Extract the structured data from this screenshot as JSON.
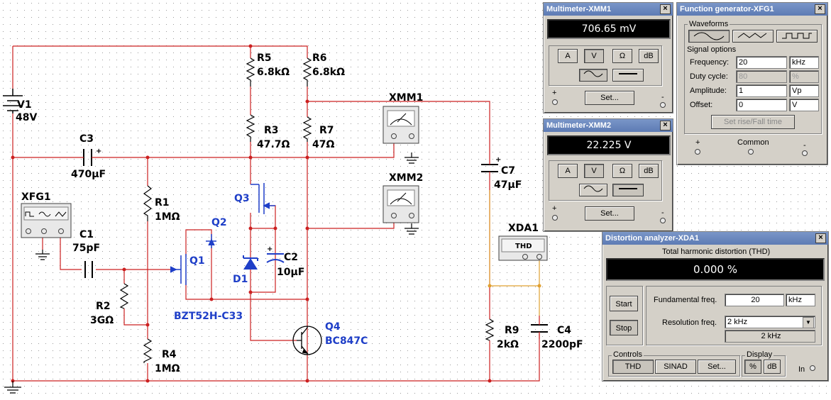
{
  "schematic": {
    "components": {
      "v1": {
        "name": "V1",
        "value": "48V"
      },
      "c3": {
        "name": "C3",
        "value": "470µF"
      },
      "xfg1": {
        "name": "XFG1"
      },
      "c1": {
        "name": "C1",
        "value": "75pF"
      },
      "r1": {
        "name": "R1",
        "value": "1MΩ"
      },
      "r2": {
        "name": "R2",
        "value": "3GΩ"
      },
      "r4": {
        "name": "R4",
        "value": "1MΩ"
      },
      "q1": {
        "name": "Q1"
      },
      "q2": {
        "name": "Q2"
      },
      "q3": {
        "name": "Q3"
      },
      "d1": {
        "name": "D1",
        "part": "BZT52H-C33"
      },
      "c2": {
        "name": "C2",
        "value": "10µF"
      },
      "r5": {
        "name": "R5",
        "value": "6.8kΩ"
      },
      "r6": {
        "name": "R6",
        "value": "6.8kΩ"
      },
      "r3": {
        "name": "R3",
        "value": "47.7Ω"
      },
      "r7": {
        "name": "R7",
        "value": "47Ω"
      },
      "q4": {
        "name": "Q4",
        "part": "BC847C"
      },
      "xmm1": {
        "name": "XMM1"
      },
      "xmm2": {
        "name": "XMM2"
      },
      "c7": {
        "name": "C7",
        "value": "47µF"
      },
      "xda1": {
        "name": "XDA1",
        "body": "THD"
      },
      "r9": {
        "name": "R9",
        "value": "2kΩ"
      },
      "c4": {
        "name": "C4",
        "value": "2200pF"
      }
    },
    "colors": {
      "wire": "#cc2020",
      "output_wire": "#e0a030",
      "blue_parts": "#1f3fc8"
    }
  },
  "multimeter1": {
    "title": "Multimeter-XMM1",
    "reading": "706.65 mV",
    "buttons": {
      "a": "A",
      "v": "V",
      "ohm": "Ω",
      "db": "dB",
      "set": "Set..."
    },
    "plus": "+",
    "minus": "-"
  },
  "multimeter2": {
    "title": "Multimeter-XMM2",
    "reading": "22.225 V",
    "buttons": {
      "a": "A",
      "v": "V",
      "ohm": "Ω",
      "db": "dB",
      "set": "Set..."
    },
    "plus": "+",
    "minus": "-"
  },
  "function_generator": {
    "title": "Function generator-XFG1",
    "waveforms_label": "Waveforms",
    "signal_options_label": "Signal options",
    "frequency": {
      "label": "Frequency:",
      "value": "20",
      "unit": "kHz"
    },
    "duty_cycle": {
      "label": "Duty cycle:",
      "value": "80",
      "unit": "%"
    },
    "amplitude": {
      "label": "Amplitude:",
      "value": "1",
      "unit": "Vp"
    },
    "offset": {
      "label": "Offset:",
      "value": "0",
      "unit": "V"
    },
    "rise_fall_button": "Set rise/Fall time",
    "common_label": "Common",
    "plus": "+",
    "minus": "-"
  },
  "distortion_analyzer": {
    "title": "Distortion analyzer-XDA1",
    "thd_heading": "Total harmonic distortion (THD)",
    "reading": "0.000 %",
    "start": "Start",
    "stop": "Stop",
    "fundamental": {
      "label": "Fundamental freq.",
      "value": "20",
      "unit": "kHz"
    },
    "resolution": {
      "label": "Resolution freq.",
      "value": "2 kHz",
      "readout": "2 kHz"
    },
    "controls_label": "Controls",
    "display_label": "Display",
    "thd_btn": "THD",
    "sinad_btn": "SINAD",
    "set_btn": "Set...",
    "percent_btn": "%",
    "db_btn": "dB",
    "in_label": "In"
  }
}
